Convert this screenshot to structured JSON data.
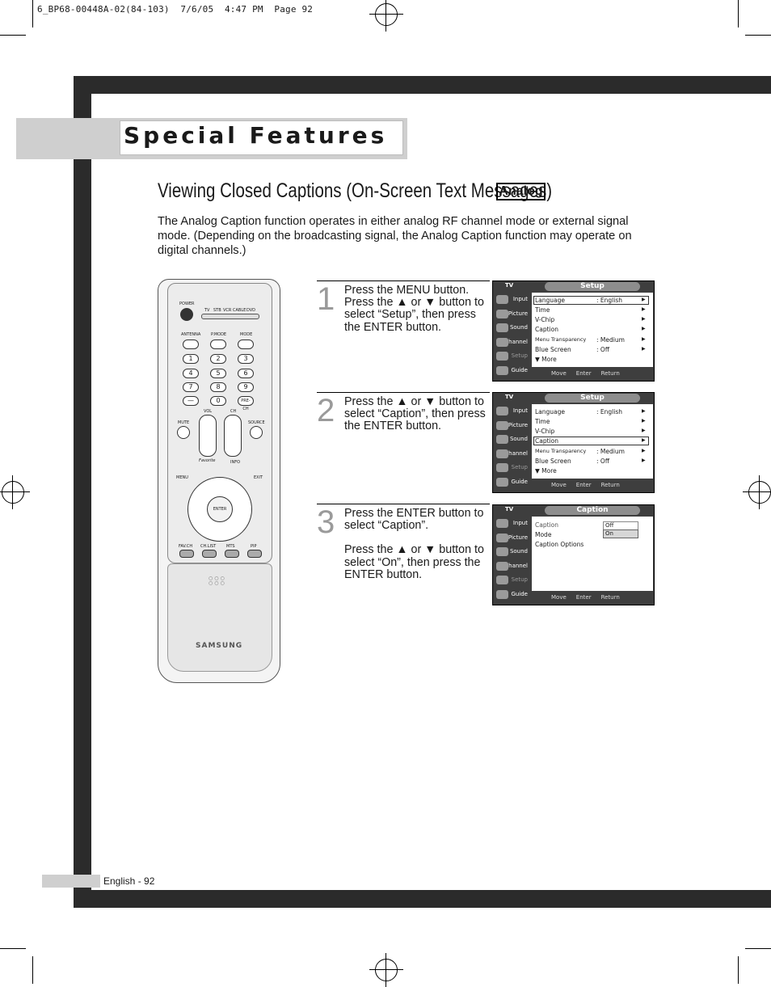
{
  "print_header": "6_BP68-00448A-02(84-103)  7/6/05  4:47 PM  Page 92",
  "section": {
    "title": "Special Features",
    "heading": "Viewing Closed Captions (On-Screen Text Messages)",
    "badge": "Analog",
    "intro": "The Analog Caption function operates in either analog RF channel mode or external signal mode. (Depending on the broadcasting signal, the Analog Caption function may operate on digital channels.)"
  },
  "steps": [
    {
      "number": "1",
      "lines": [
        "Press the MENU button.",
        "Press the ▲ or ▼ button to",
        "select “Setup”, then press",
        "the ENTER button."
      ]
    },
    {
      "number": "2",
      "lines": [
        "Press the ▲ or ▼ button to",
        "select “Caption”, then press",
        "the ENTER button."
      ]
    },
    {
      "number": "3",
      "lines": [
        "Press the ENTER button to",
        "select “Caption”.",
        "",
        "Press the ▲ or ▼ button to",
        "select “On”, then press the",
        "ENTER button."
      ]
    }
  ],
  "tv_menus": [
    {
      "tv_label": "TV",
      "title": "Setup",
      "sidebar": [
        "Input",
        "Picture",
        "Sound",
        "Channel",
        "Setup",
        "Guide"
      ],
      "rows": [
        {
          "label": "Language",
          "value": ": English",
          "arrow": "▶"
        },
        {
          "label": "Time",
          "value": "",
          "arrow": "▶"
        },
        {
          "label": "V-Chip",
          "value": "",
          "arrow": "▶"
        },
        {
          "label": "Caption",
          "value": "",
          "arrow": "▶"
        },
        {
          "label": "Menu Transparency",
          "value": ": Medium",
          "arrow": "▶"
        },
        {
          "label": "Blue Screen",
          "value": ": Off",
          "arrow": "▶"
        },
        {
          "label": "▼ More",
          "value": "",
          "arrow": ""
        }
      ],
      "footer": [
        "Move",
        "Enter",
        "Return"
      ]
    },
    {
      "tv_label": "TV",
      "title": "Setup",
      "sidebar": [
        "Input",
        "Picture",
        "Sound",
        "Channel",
        "Setup",
        "Guide"
      ],
      "rows": [
        {
          "label": "Language",
          "value": ": English",
          "arrow": "▶"
        },
        {
          "label": "Time",
          "value": "",
          "arrow": "▶"
        },
        {
          "label": "V-Chip",
          "value": "",
          "arrow": "▶"
        },
        {
          "label": "Caption",
          "value": "",
          "arrow": "▶"
        },
        {
          "label": "Menu Transparency",
          "value": ": Medium",
          "arrow": "▶"
        },
        {
          "label": "Blue Screen",
          "value": ": Off",
          "arrow": "▶"
        },
        {
          "label": "▼ More",
          "value": "",
          "arrow": ""
        }
      ],
      "footer": [
        "Move",
        "Enter",
        "Return"
      ]
    },
    {
      "tv_label": "TV",
      "title": "Caption",
      "sidebar": [
        "Input",
        "Picture",
        "Sound",
        "Channel",
        "Setup",
        "Guide"
      ],
      "rows": [
        {
          "label": "Caption",
          "value": "Off",
          "arrow": ""
        },
        {
          "label": "Mode",
          "value": "On",
          "arrow": ""
        },
        {
          "label": "Caption Options",
          "value": "",
          "arrow": ""
        }
      ],
      "footer": [
        "Move",
        "Enter",
        "Return"
      ]
    }
  ],
  "remote": {
    "power": "POWER",
    "source_row": [
      "TV",
      "STB",
      "VCR",
      "CABLE",
      "DVD"
    ],
    "func_row": [
      "ANTENNA",
      "P.MODE",
      "MODE"
    ],
    "keypad": [
      "1",
      "2",
      "3",
      "4",
      "5",
      "6",
      "7",
      "8",
      "9",
      "—",
      "0",
      "PRE-CH"
    ],
    "vol": "VOL",
    "ch": "CH",
    "mute": "MUTE",
    "source": "SOURCE",
    "favorite": "Favorite",
    "info": "INFO",
    "menu": "MENU",
    "exit": "EXIT",
    "enter": "ENTER",
    "bottom_row": [
      "FAV.CH",
      "CH.LIST",
      "MTS",
      "PIP"
    ],
    "brand": "SAMSUNG"
  },
  "footer": {
    "page_label": "English - 92"
  }
}
